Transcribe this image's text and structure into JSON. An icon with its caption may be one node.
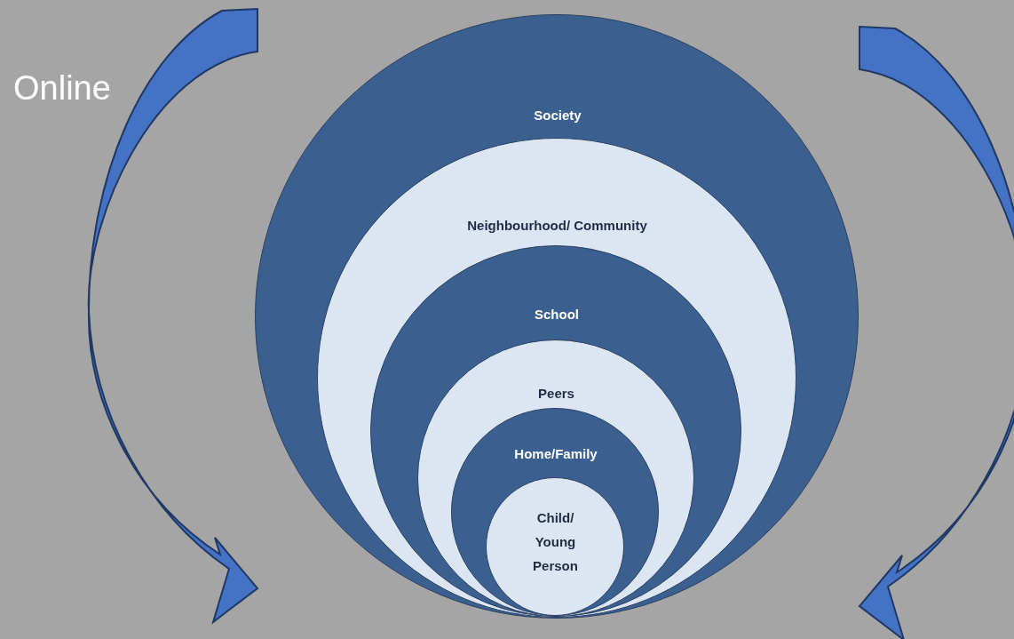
{
  "diagram": {
    "nodes": [
      {
        "text": [
          "Society"
        ]
      },
      {
        "text": [
          "Neighbourhood/ Community"
        ],
        "in": 0
      },
      {
        "text": [
          "School"
        ],
        "in": 1
      },
      {
        "text": [
          "Peers"
        ],
        "in": 2
      },
      {
        "text": [
          "Home/Family"
        ],
        "in": 3
      },
      {
        "text": [
          "Child/ Young Person"
        ],
        "in": 4
      }
    ],
    "labels": [
      "Online"
    ]
  }
}
